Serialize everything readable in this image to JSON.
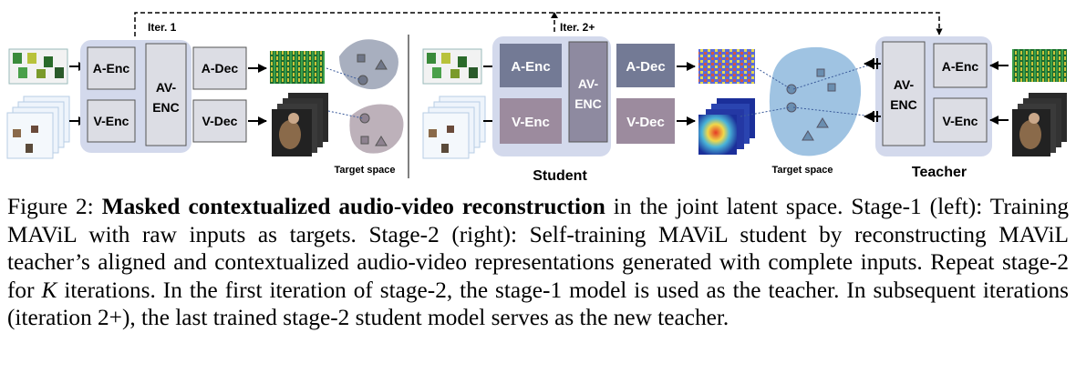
{
  "figure": {
    "stage1": {
      "a_enc": "A-Enc",
      "v_enc": "V-Enc",
      "av_enc_line1": "AV-",
      "av_enc_line2": "ENC",
      "a_dec": "A-Dec",
      "v_dec": "V-Dec",
      "target_space": "Target space",
      "iter_label": "Iter. 1"
    },
    "stage2": {
      "a_enc": "A-Enc",
      "v_enc": "V-Enc",
      "av_enc_line1": "AV-",
      "av_enc_line2": "ENC",
      "a_dec": "A-Dec",
      "v_dec": "V-Dec",
      "target_space": "Target space",
      "iter_label": "Iter. 2+",
      "student_label": "Student",
      "teacher_label": "Teacher",
      "teacher_a_enc": "A-Enc",
      "teacher_v_enc": "V-Enc",
      "teacher_av_enc_line1": "AV-",
      "teacher_av_enc_line2": "ENC"
    }
  },
  "caption": {
    "figure_label": "Figure 2:",
    "bold_title": "Masked contextualized audio-video reconstruction",
    "text_part1": " in the joint latent space. Stage-1 (left): Training MAViL with raw inputs as targets. Stage-2 (right): Self-training MAViL student by reconstructing MAViL teacher’s aligned and contextualized audio-video representations generated with complete inputs. Repeat stage-2 for ",
    "k_symbol": "K",
    "text_part2": " iterations. In the first iteration of stage-2, the stage-1 model is used as the teacher. In subsequent iterations (iteration 2+), the last trained stage-2 student model serves as the new teacher."
  },
  "colors": {
    "module_bg": "#d3d9ec",
    "block_fill": "#dcdde4",
    "student_block": "#737a95",
    "student_av": "#8e8aa0",
    "student_venc": "#9c8b9e",
    "target_blue": "#9fc3e2",
    "target_gray": "#a8afbf",
    "target_mauve": "#bdb1ba"
  }
}
